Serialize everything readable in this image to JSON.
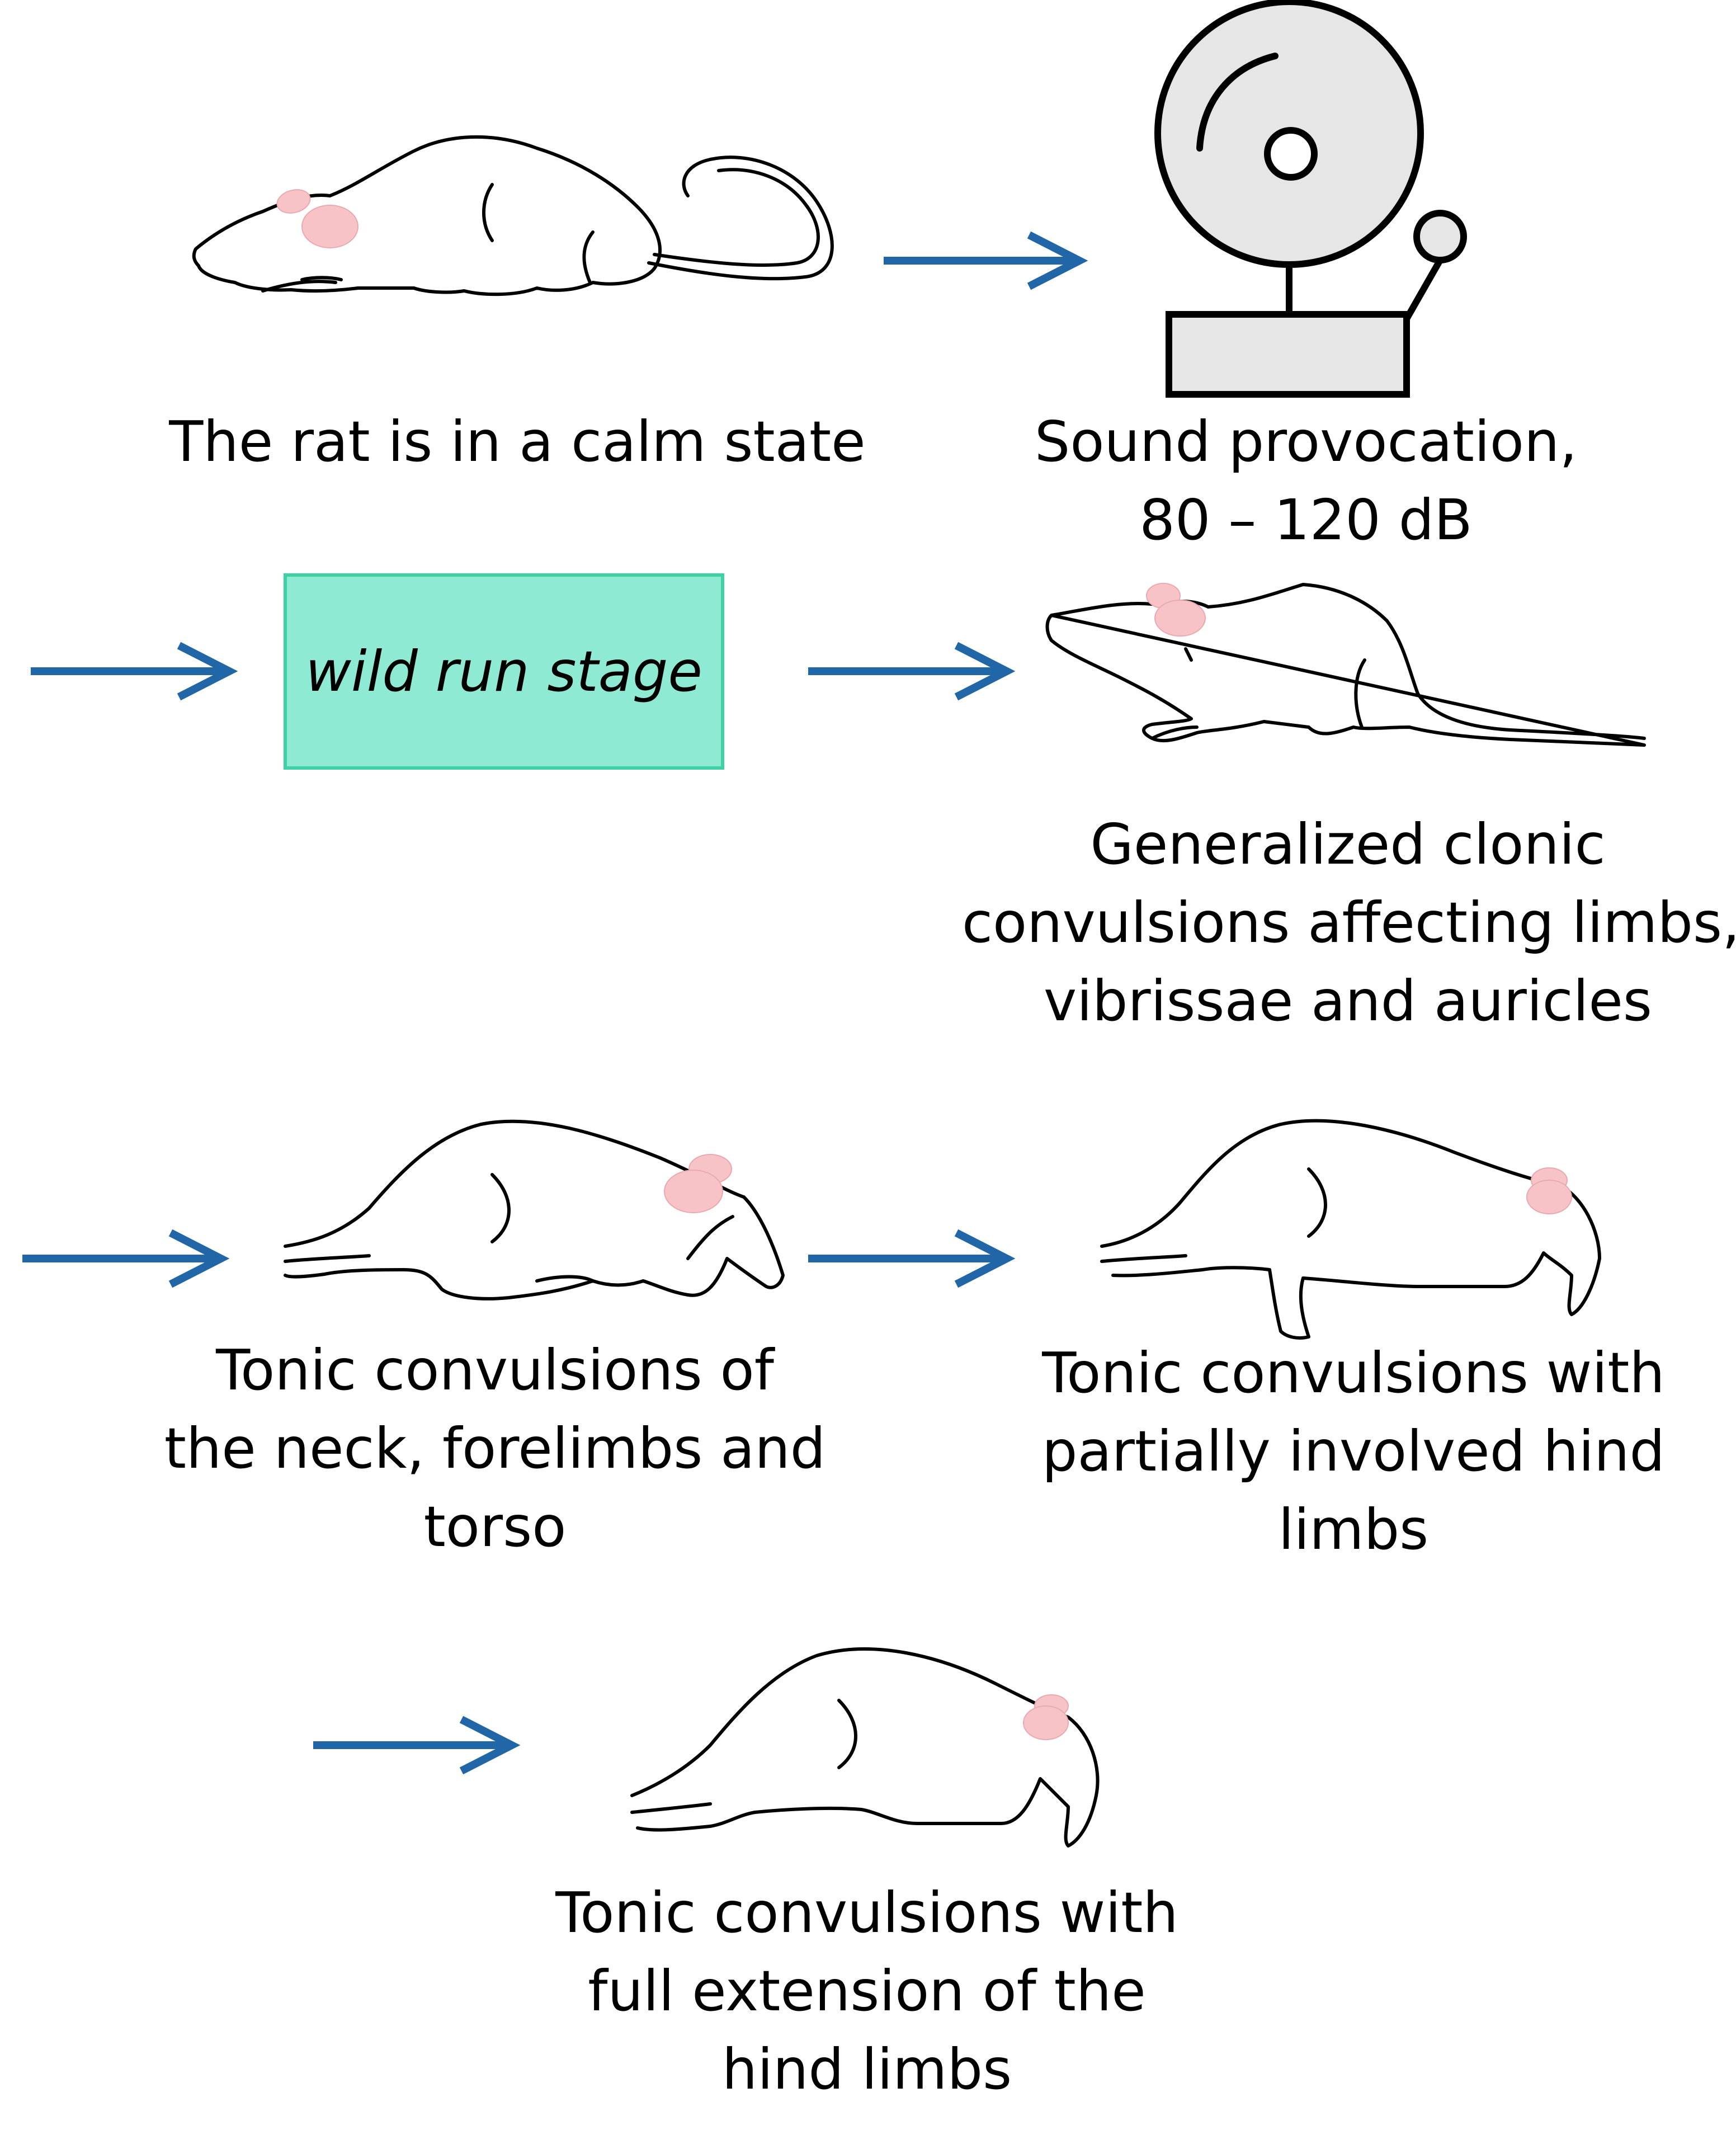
{
  "stages": [
    {
      "id": "calm",
      "lines": [
        "The rat is in a calm state"
      ]
    },
    {
      "id": "sound",
      "lines": [
        "Sound provocation,",
        "80 – 120 dB"
      ]
    },
    {
      "id": "wild_run",
      "label": "wild run stage"
    },
    {
      "id": "clonic",
      "lines": [
        "Generalized clonic",
        "convulsions affecting limbs,",
        "vibrissae and auricles"
      ]
    },
    {
      "id": "tonic_neck",
      "lines": [
        "Tonic convulsions of",
        "the neck, forelimbs and",
        "torso"
      ]
    },
    {
      "id": "tonic_partial",
      "lines": [
        "Tonic convulsions with",
        "partially involved hind",
        "limbs"
      ]
    },
    {
      "id": "tonic_full",
      "lines": [
        "Tonic convulsions with",
        "full extension of the",
        "hind limbs"
      ]
    }
  ],
  "colors": {
    "arrow": "#2166a6",
    "ear": "#f8c3c6",
    "box_fill": "#8fead4",
    "box_border": "#3fd1a6",
    "outline": "#000000",
    "bell_fill": "#e6e6e6"
  }
}
